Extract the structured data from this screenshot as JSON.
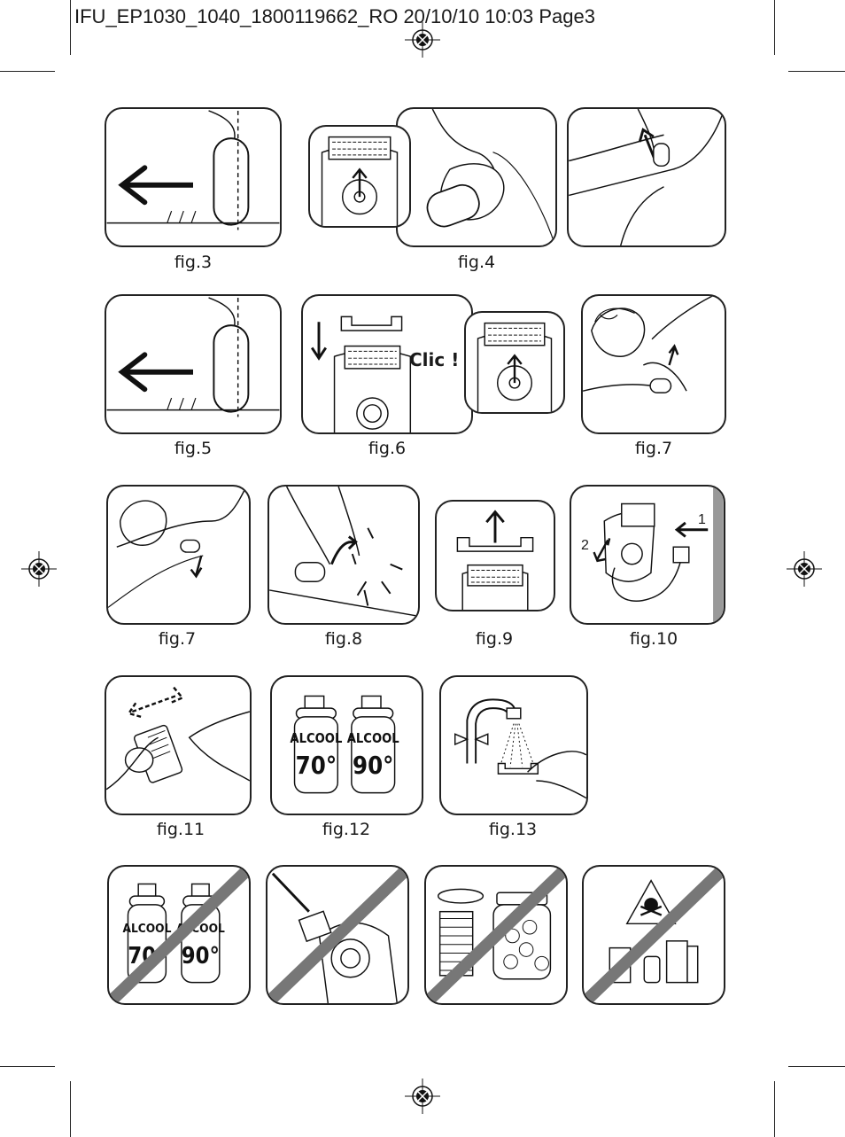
{
  "header": {
    "text": "IFU_EP1030_1040_1800119662_RO  20/10/10  10:03  Page3"
  },
  "captions": {
    "fig3": "fig.3",
    "fig4": "fig.4",
    "fig5": "fig.5",
    "fig6": "fig.6",
    "fig7a": "fig.7",
    "fig7b": "fig.7",
    "fig7c": "fig.7",
    "fig8": "fig.8",
    "fig9": "fig.9",
    "fig10": "fig.10",
    "fig11": "fig.11",
    "fig12": "fig.12",
    "fig13": "fig.13"
  },
  "labels": {
    "clic": "Clic !",
    "step1": "1",
    "step2": "2",
    "alcool": "ALCOOL",
    "deg70": "70°",
    "deg90": "90°"
  },
  "icons": [
    "registration-mark-icon",
    "crop-mark-icon",
    "arrow-icon",
    "prohibited-slash-icon",
    "skull-crossbones-icon"
  ]
}
